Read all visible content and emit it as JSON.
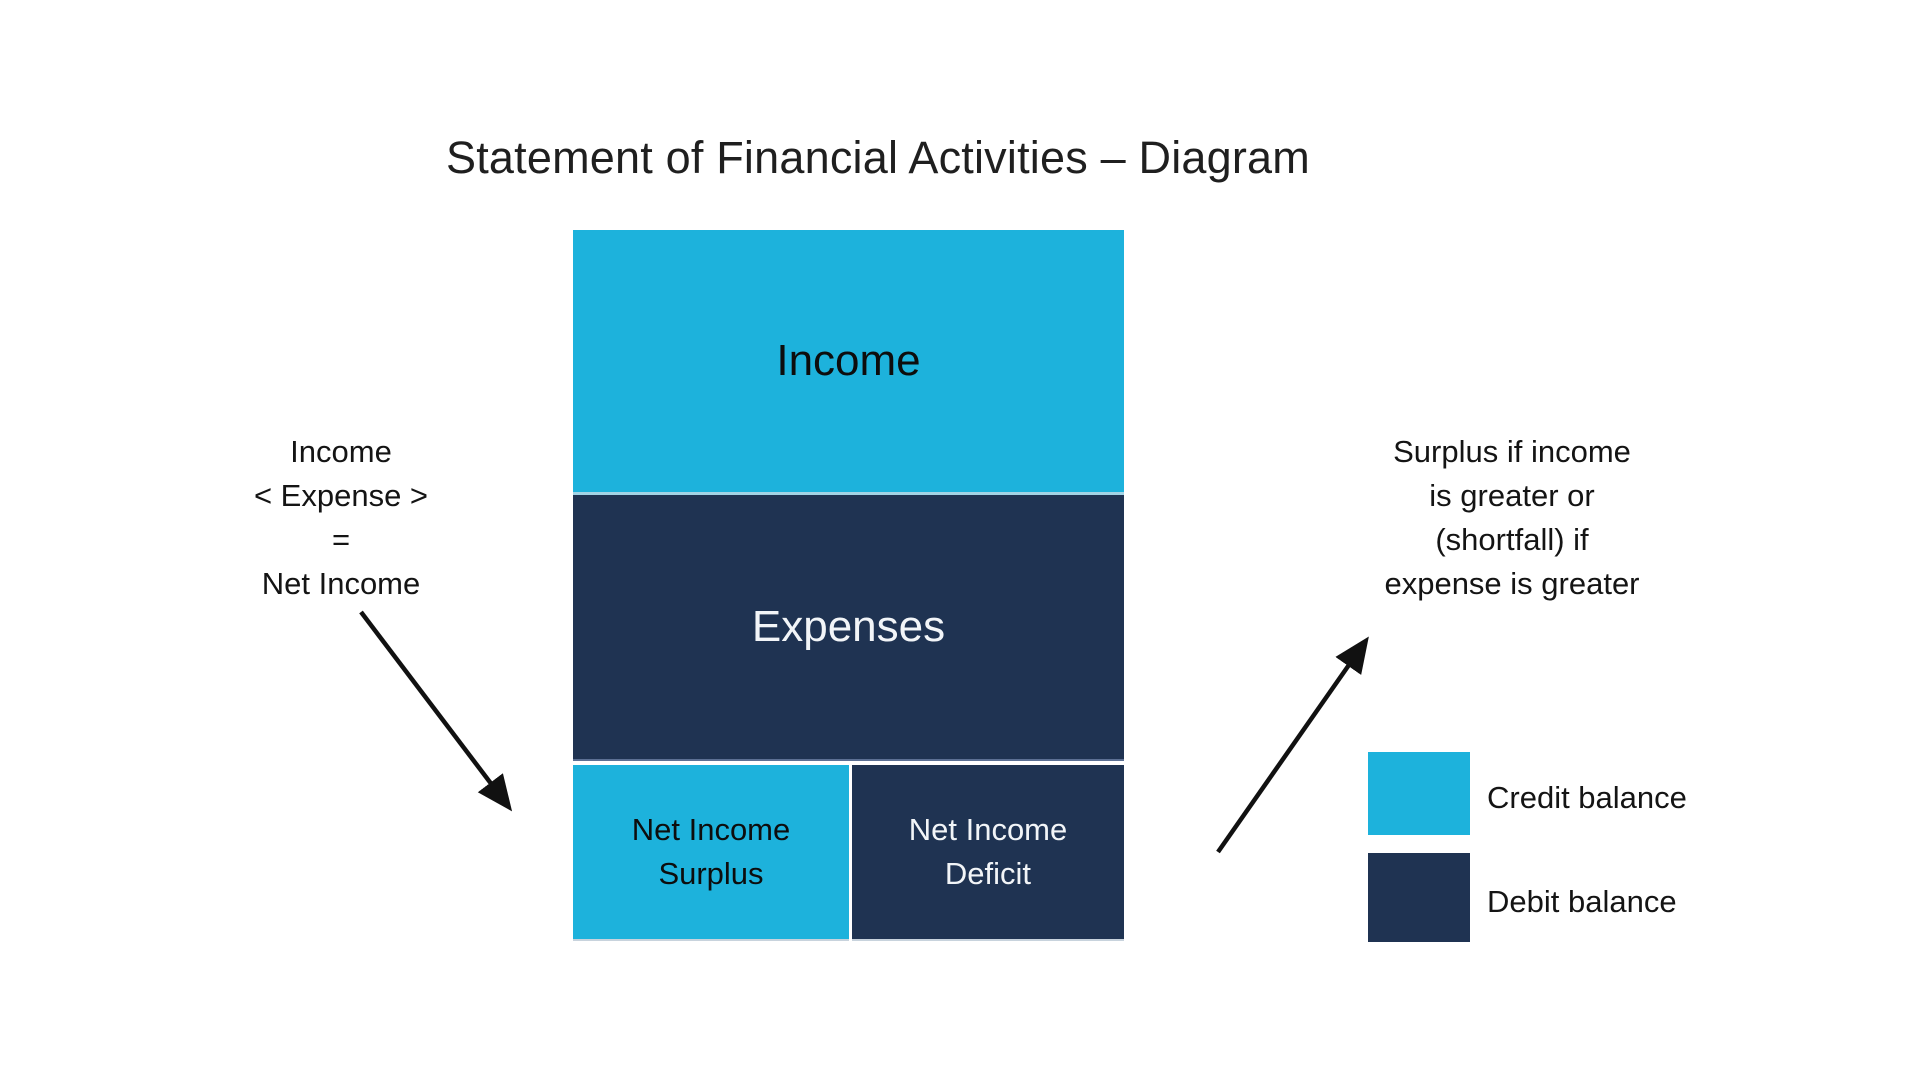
{
  "title": "Statement of Financial Activities – Diagram",
  "colors": {
    "credit": "#1DB2DC",
    "debit": "#1F3352"
  },
  "diagram": {
    "income_label": "Income",
    "expenses_label": "Expenses",
    "surplus_lines": [
      "Net Income",
      "Surplus"
    ],
    "deficit_lines": [
      "Net Income",
      "Deficit"
    ]
  },
  "left_note": {
    "lines": [
      "Income",
      "< Expense >",
      "=",
      "Net Income"
    ]
  },
  "right_note": {
    "lines": [
      "Surplus if income",
      "is greater or",
      "(shortfall) if",
      "expense is greater"
    ]
  },
  "legend": [
    {
      "label": "Credit balance",
      "color": "#1DB2DC"
    },
    {
      "label": "Debit balance",
      "color": "#1F3352"
    }
  ]
}
